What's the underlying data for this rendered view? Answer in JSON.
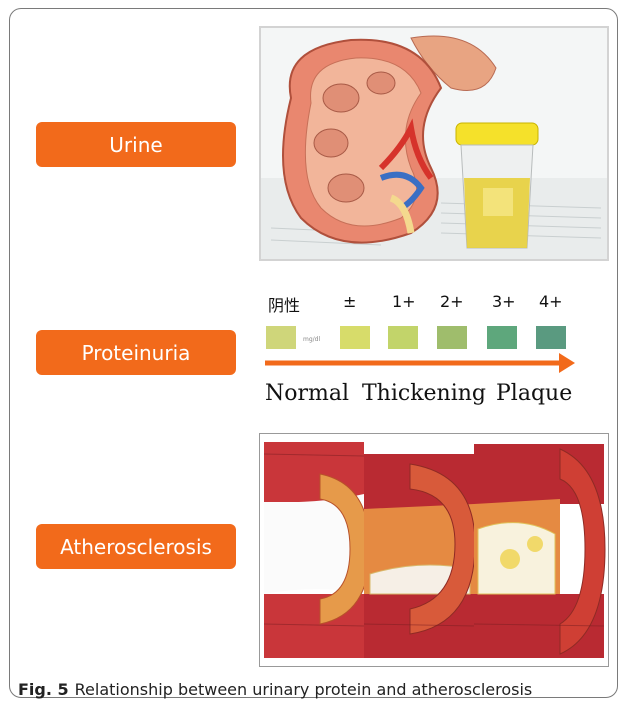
{
  "labels": {
    "urine": "Urine",
    "proteinuria": "Proteinuria",
    "atherosclerosis": "Atherosclerosis"
  },
  "dipstick": {
    "levels": [
      "阴性",
      "±",
      "1+",
      "2+",
      "3+",
      "4+"
    ],
    "swatch_colors": [
      "#cfd67a",
      "#d7dc6a",
      "#c2d46a",
      "#9fbd6c",
      "#5ea77c",
      "#5a9a80"
    ],
    "unit": "mg/dl"
  },
  "stages": [
    "Normal",
    "Thickening",
    "Plaque"
  ],
  "caption": {
    "figure_label": "Fig. 5",
    "text": "Relationship between urinary protein and atherosclerosis"
  },
  "colors": {
    "accent": "#f26a1b",
    "arrow": "#f26a1b"
  }
}
